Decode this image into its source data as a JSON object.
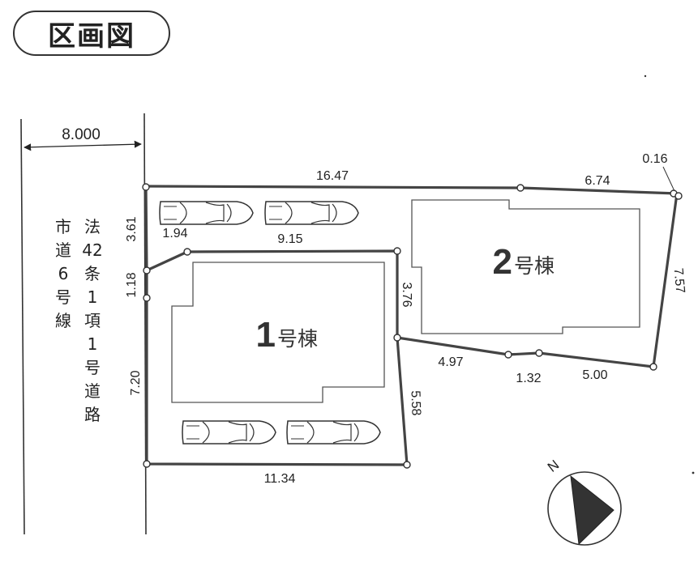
{
  "title": "区画図",
  "road": {
    "width": "8.000",
    "label_column_1": [
      "市",
      "道",
      "6",
      "号",
      "線"
    ],
    "label_column_2": [
      "法",
      "42",
      "条",
      "1",
      "項",
      "1",
      "号",
      "道",
      "路"
    ]
  },
  "buildings": [
    {
      "number": "1",
      "name": "号棟"
    },
    {
      "number": "2",
      "name": "号棟"
    }
  ],
  "dimensions": {
    "top_left_edge": "16.47",
    "top_right_edge": "6.74",
    "corner_offset": "0.16",
    "left_upper": "3.61",
    "left_middle": "1.18",
    "left_lower": "7.20",
    "diagonal": "1.94",
    "flag_pole": "9.15",
    "step_vertical": "3.76",
    "right_edge": "7.57",
    "bottom_middle_1": "4.97",
    "bottom_middle_2": "1.32",
    "bottom_middle_3": "5.00",
    "lot1_right_edge": "5.58",
    "bottom_edge": "11.34"
  },
  "compass": {
    "label": "N"
  }
}
